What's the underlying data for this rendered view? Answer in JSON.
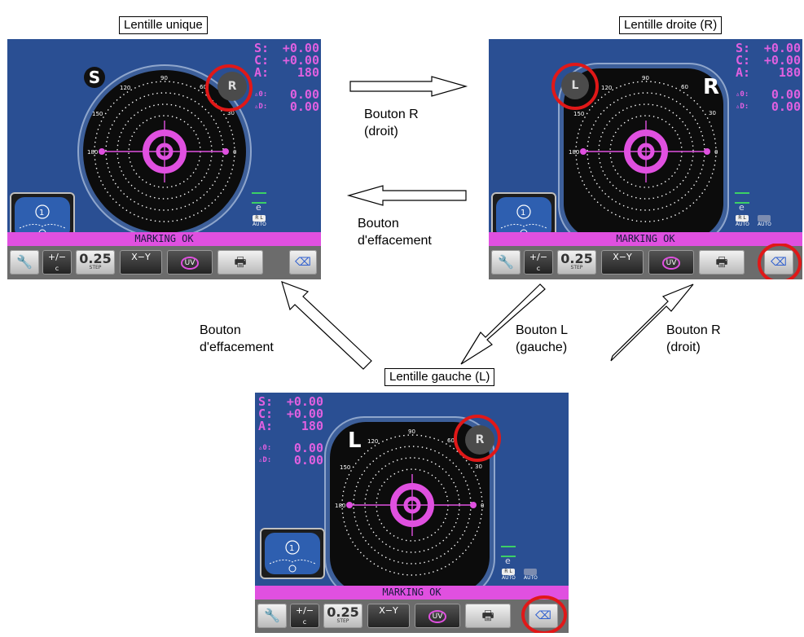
{
  "captions": {
    "single": "Lentille unique",
    "right": "Lentille droite (R)",
    "left": "Lentille gauche (L)"
  },
  "transitions": [
    {
      "id": "single_to_right",
      "label": "Bouton R\n(droit)"
    },
    {
      "id": "right_to_single",
      "label": "Bouton\nd'effacement"
    },
    {
      "id": "left_to_single",
      "label": "Bouton\nd'effacement"
    },
    {
      "id": "right_to_left",
      "label": "Bouton L\n(gauche)"
    },
    {
      "id": "left_to_right",
      "label": "Bouton R\n(droit)"
    }
  ],
  "readout": {
    "s_key": "S:",
    "s_val": "+0.00",
    "c_key": "C:",
    "c_val": "+0.00",
    "a_key": "A:",
    "a_val": "180",
    "prism_h_key": "▵0:",
    "prism_h_val": "0.00",
    "prism_v_key": "▵D:",
    "prism_v_val": "0.00"
  },
  "axis_ticks": {
    "t90": "90",
    "t60": "60",
    "t30": "30",
    "t0": "0",
    "t180": "180",
    "t150": "150",
    "t120": "120"
  },
  "mode_letters": {
    "single": "S",
    "right": "R",
    "left": "L"
  },
  "toggle_letters": {
    "right_button": "R",
    "left_button": "L"
  },
  "status_text": "MARKING OK",
  "toolbar": {
    "tool": "🔧",
    "plus_minus": "+/−",
    "plus_minus_sub": "c",
    "step_value": "0.25",
    "step_label": "STEP",
    "xy_label": "X−Y",
    "uv_label": "UV",
    "print": "🖶",
    "eraser": "⌫"
  },
  "rl_auto": {
    "rl_text": "R L",
    "auto_text": "AUTO"
  },
  "colors": {
    "screen_bg": "#2a4f93",
    "magenta": "#e050e0",
    "ring_red": "#e01818",
    "readout_pink": "#e060e0"
  }
}
